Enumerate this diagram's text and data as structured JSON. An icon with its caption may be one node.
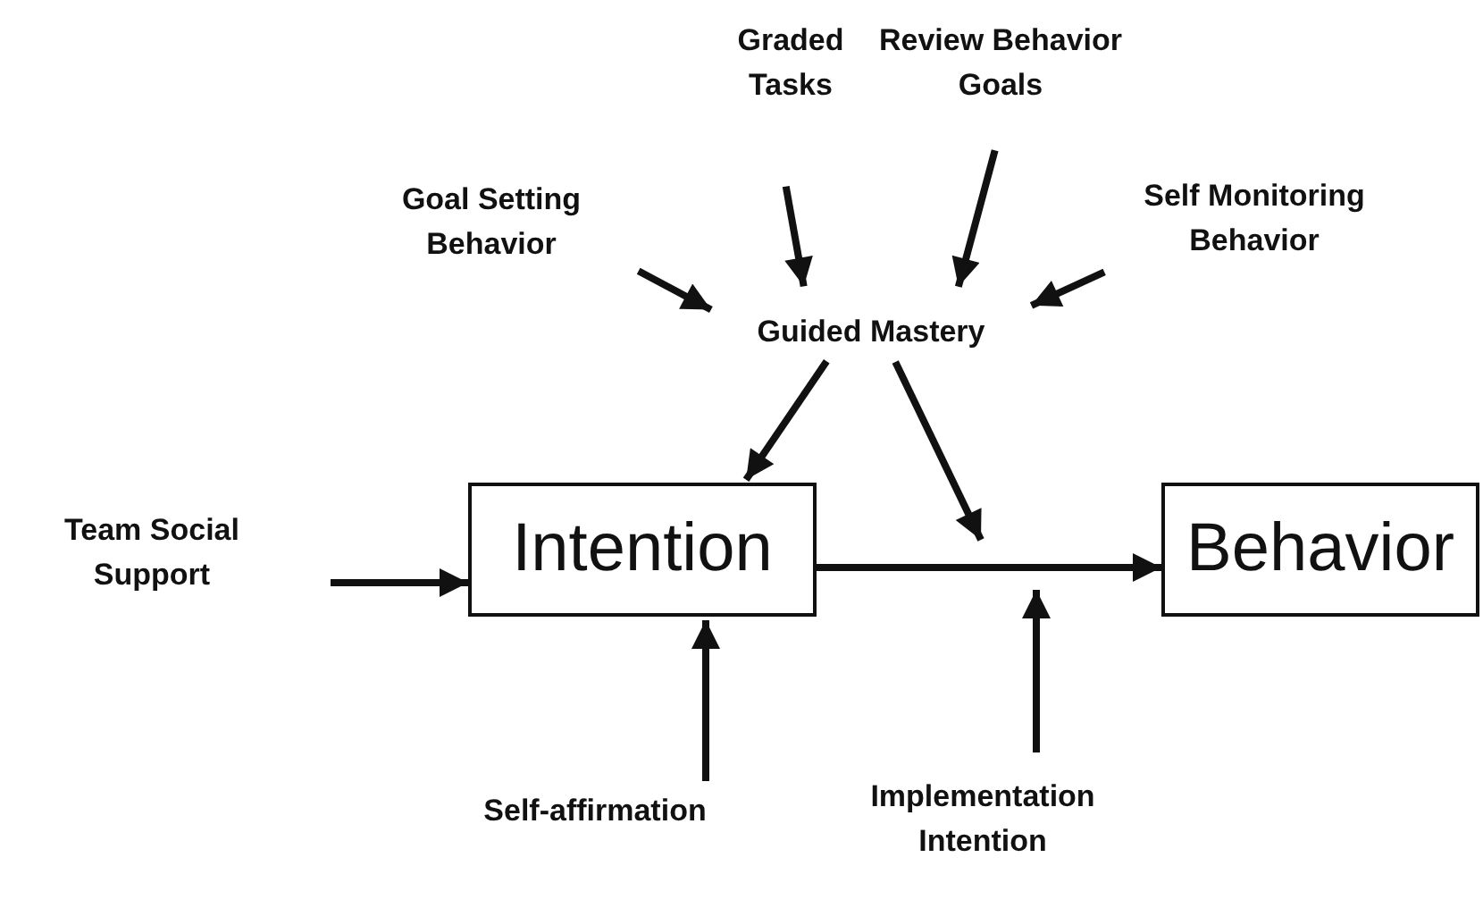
{
  "diagram": {
    "nodes": [
      {
        "text": [
          "Goal Setting Behavior"
        ]
      },
      {
        "text": [
          "Graded Tasks"
        ]
      },
      {
        "text": [
          "Review Behavior Goals"
        ]
      },
      {
        "text": [
          "Self Monitoring Behavior"
        ]
      },
      {
        "text": [
          "Guided Mastery"
        ]
      },
      {
        "text": [
          "Team Social Support"
        ]
      },
      {
        "text": [
          "Intention"
        ]
      },
      {
        "text": [
          "Behavior"
        ]
      },
      {
        "text": [
          "Self-affirmation"
        ]
      },
      {
        "text": [
          "Implementation Intention"
        ]
      }
    ],
    "edges": [
      {
        "from": 0,
        "to": 4,
        "arrow": "to"
      },
      {
        "from": 1,
        "to": 4,
        "arrow": "to"
      },
      {
        "from": 2,
        "to": 4,
        "arrow": "to"
      },
      {
        "from": 3,
        "to": 4,
        "arrow": "to"
      },
      {
        "from": 4,
        "to": 6,
        "arrow": "to"
      },
      {
        "from": 4,
        "to": null,
        "arrow": "to"
      },
      {
        "from": 5,
        "to": 6,
        "arrow": "to"
      },
      {
        "from": 6,
        "to": 7,
        "arrow": "to"
      },
      {
        "from": 8,
        "to": 6,
        "arrow": "to"
      },
      {
        "from": 9,
        "to": null,
        "arrow": "to"
      }
    ]
  }
}
